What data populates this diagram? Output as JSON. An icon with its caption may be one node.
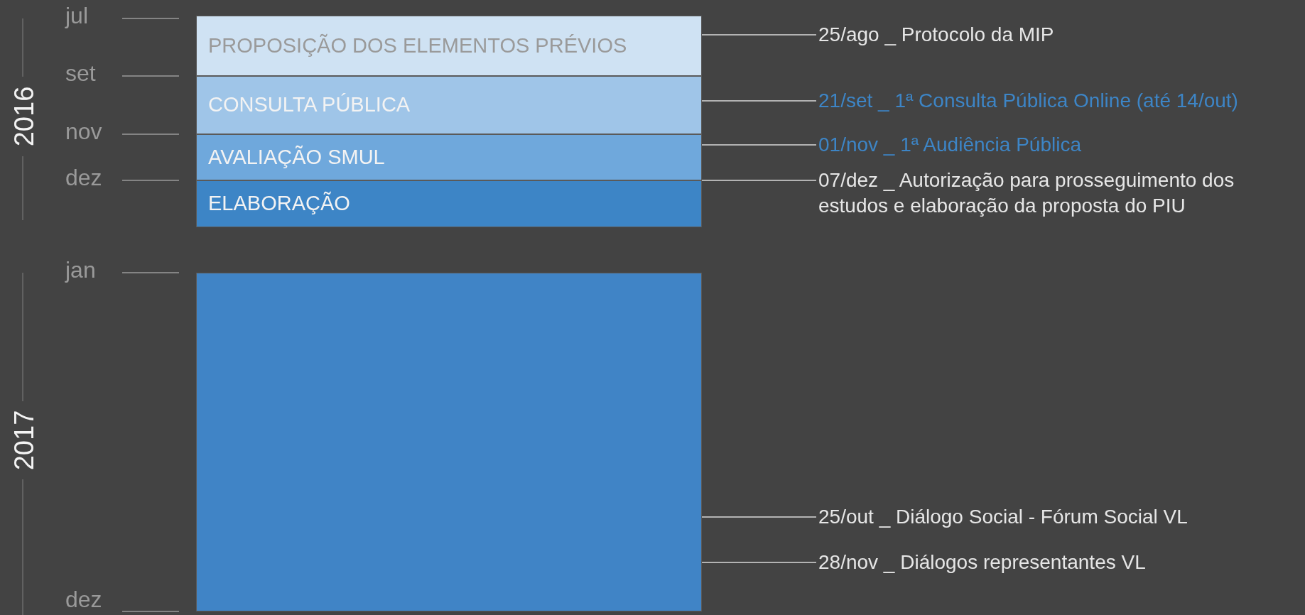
{
  "diagram": {
    "nodes": [
      {
        "text": [
          "PROPOSIÇÃO DOS ELEMENTOS PRÉVIOS"
        ]
      },
      {
        "text": [
          "CONSULTA PÚBLICA"
        ]
      },
      {
        "text": [
          "AVALIAÇÃO SMUL"
        ]
      },
      {
        "text": [
          "ELABORAÇÃO"
        ]
      },
      {
        "text": [],
        "shape": "box"
      },
      {
        "text": [
          "25/ago _ Protocolo da MIP"
        ]
      },
      {
        "text": [
          "21/set _ 1ª Consulta Pública Online (até 14/out)"
        ]
      },
      {
        "text": [
          "01/nov _ 1ª Audiência Pública"
        ]
      },
      {
        "text": [
          "07/dez _ Autorização para prosseguimento dos estudos e elaboração da proposta do PIU"
        ]
      },
      {
        "text": [
          "25/out _ Diálogo Social - Fórum Social VL"
        ]
      },
      {
        "text": [
          "28/nov _ Diálogos representantes VL"
        ]
      }
    ],
    "edges": [
      {
        "from": 5,
        "to": 0,
        "arrow": "none"
      },
      {
        "from": 6,
        "to": 1,
        "arrow": "none"
      },
      {
        "from": 7,
        "to": 2,
        "arrow": "none"
      },
      {
        "from": 8,
        "to": 3,
        "arrow": "none"
      },
      {
        "from": 9,
        "to": 4,
        "arrow": "none"
      },
      {
        "from": 10,
        "to": 4,
        "arrow": "none"
      }
    ],
    "labels": [
      "2016",
      "jul",
      "set",
      "nov",
      "dez",
      "2017",
      "jan",
      "dez"
    ]
  }
}
